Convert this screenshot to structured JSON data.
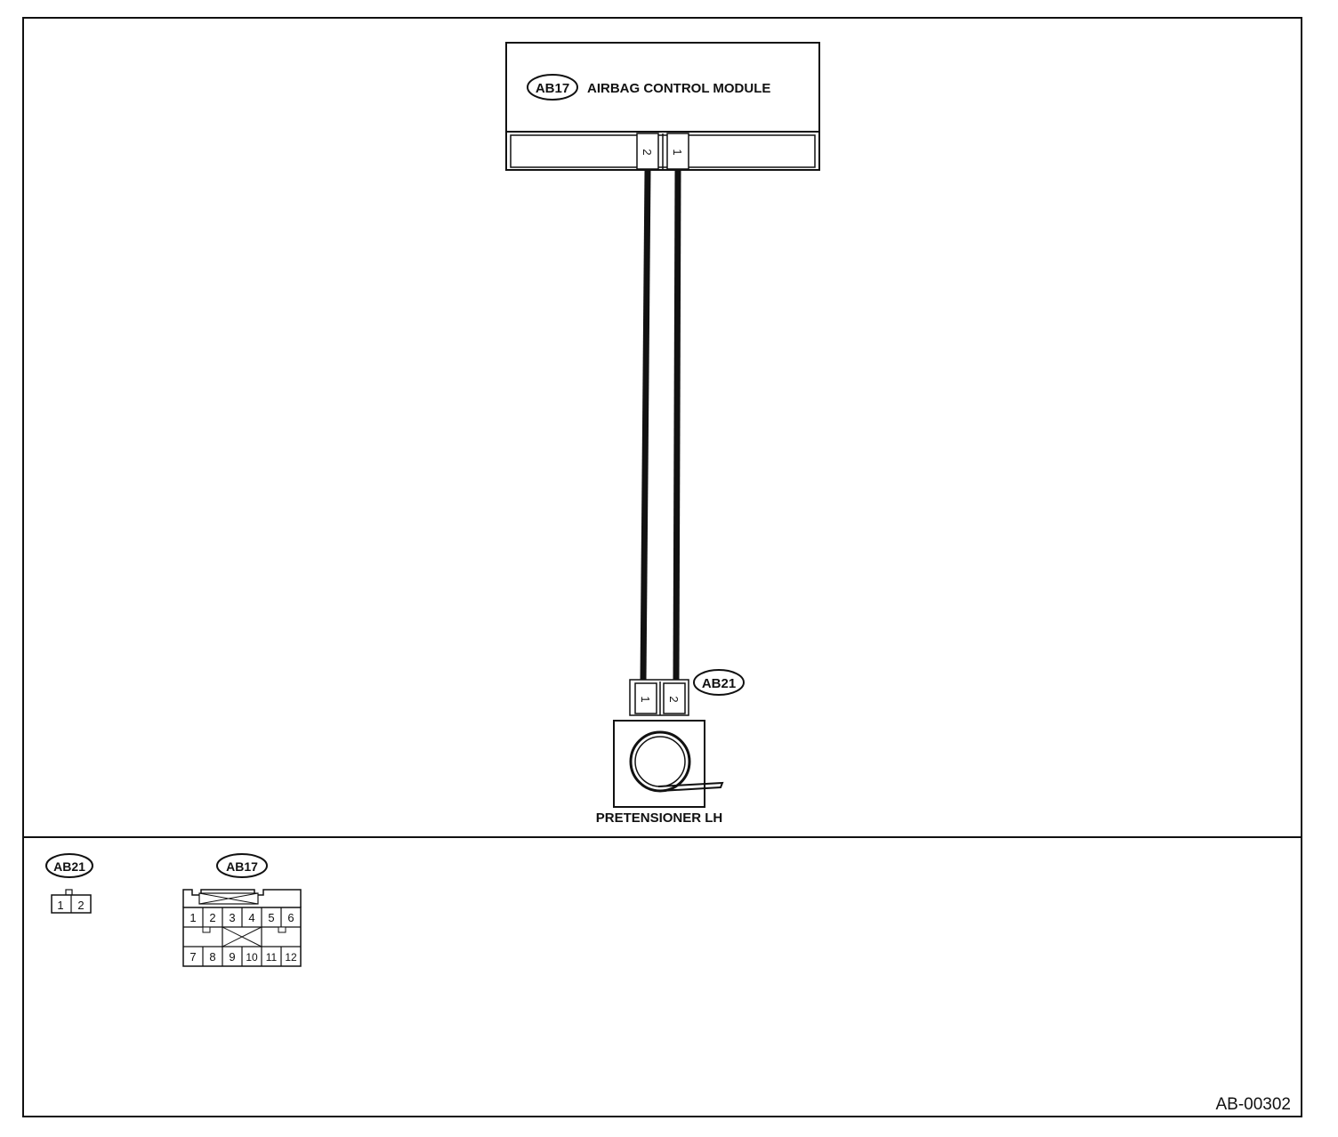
{
  "module": {
    "connector_id": "AB17",
    "label": "AIRBAG CONTROL MODULE",
    "pins": [
      "2",
      "1"
    ]
  },
  "pretensioner": {
    "connector_id": "AB21",
    "label": "PRETENSIONER LH",
    "pins": [
      "1",
      "2"
    ]
  },
  "legend": {
    "ab21": {
      "id": "AB21",
      "pins": [
        "1",
        "2"
      ]
    },
    "ab17": {
      "id": "AB17",
      "pins_top": [
        "1",
        "2",
        "3",
        "4",
        "5",
        "6"
      ],
      "pins_bottom": [
        "7",
        "8",
        "9",
        "10",
        "11",
        "12"
      ]
    }
  },
  "figure_id": "AB-00302",
  "colors": {
    "line": "#111111",
    "background": "#ffffff"
  }
}
